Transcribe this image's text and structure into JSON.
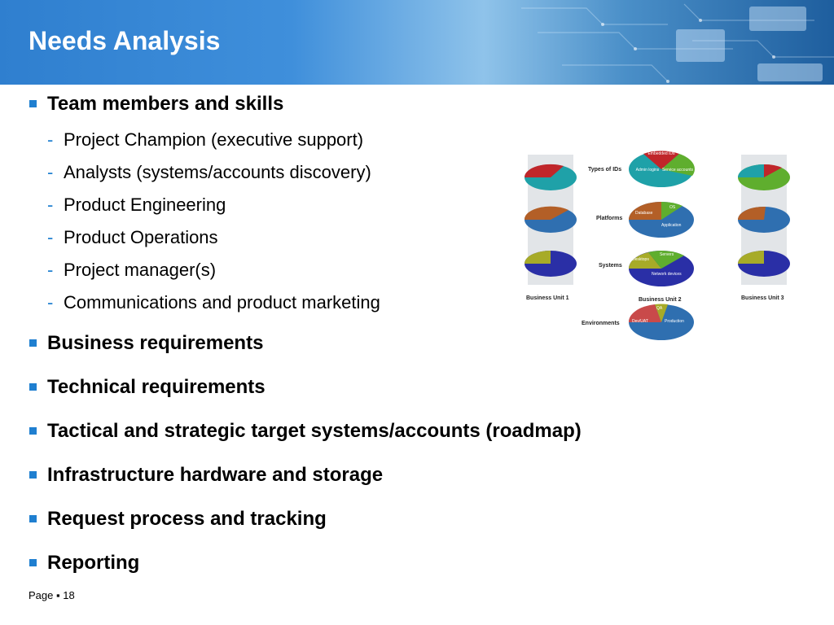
{
  "slide": {
    "title": "Needs Analysis",
    "page_label": "Page",
    "page_number": "18"
  },
  "bullets": [
    {
      "text": "Team members and skills",
      "sub": [
        "Project Champion (executive support)",
        "Analysts (systems/accounts discovery)",
        "Product Engineering",
        "Product Operations",
        "Project manager(s)",
        "Communications and product marketing"
      ]
    },
    {
      "text": "Business requirements"
    },
    {
      "text": "Technical requirements"
    },
    {
      "text": "Tactical and strategic target systems/accounts (roadmap)"
    },
    {
      "text": "Infrastructure hardware and storage"
    },
    {
      "text": "Request process and tracking"
    },
    {
      "text": "Reporting"
    }
  ],
  "diagram": {
    "row_labels": [
      "Types of IDs",
      "Platforms",
      "Systems",
      "Environments"
    ],
    "unit_labels": [
      "Business Unit 1",
      "Business Unit 2",
      "Business Unit 3"
    ],
    "ids_slices": [
      "Embedded IDs",
      "Admin logins",
      "Service accounts"
    ],
    "platform_slices": [
      "OS",
      "Database",
      "Application"
    ],
    "system_slices": [
      "Servers",
      "Desktops",
      "Network devices"
    ],
    "env_slices": [
      "QA",
      "Dev/UAT",
      "Production"
    ]
  },
  "colors": {
    "accent": "#1f7fd0",
    "title_text": "#ffffff"
  }
}
